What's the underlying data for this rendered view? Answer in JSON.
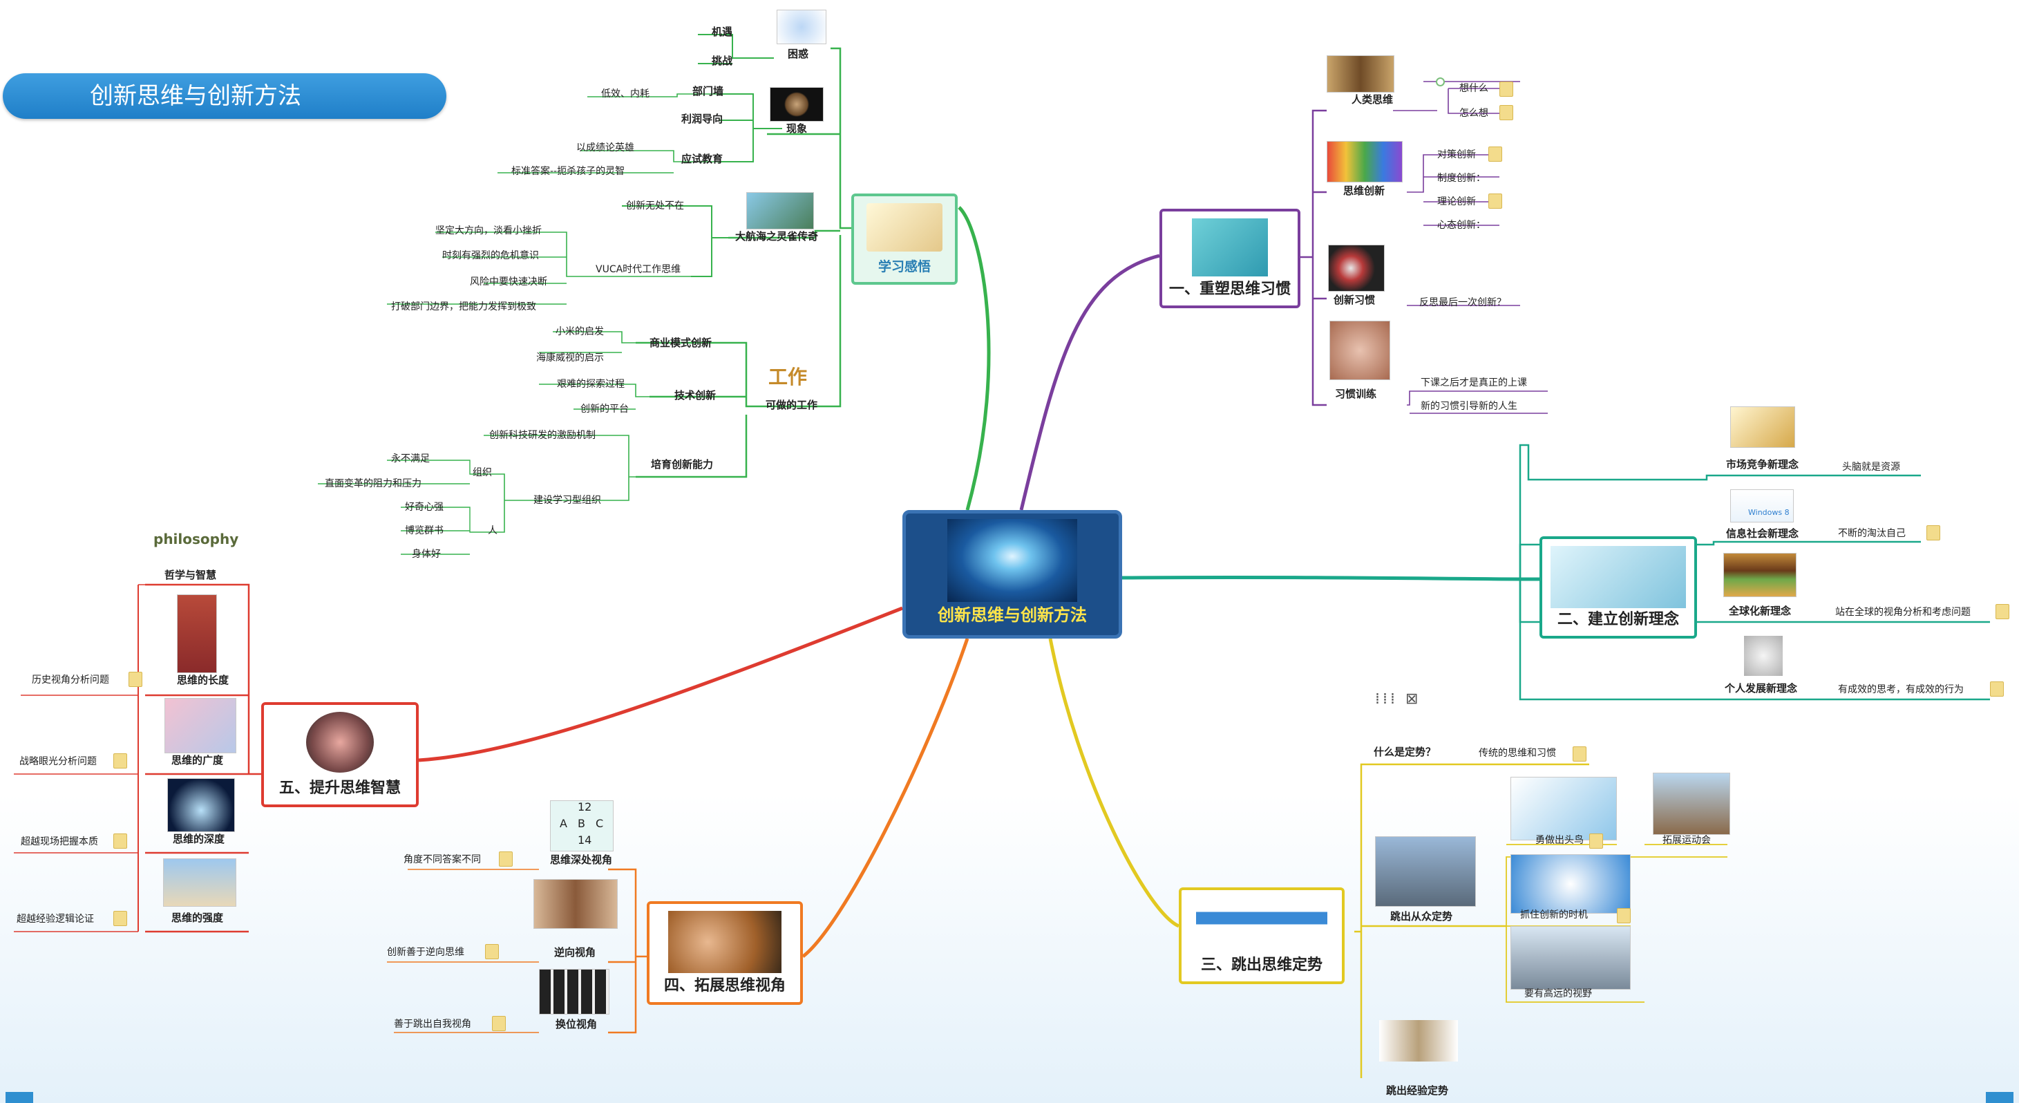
{
  "header": {
    "title": "创新思维与创新方法"
  },
  "center": {
    "label": "创新思维与创新方法"
  },
  "colors": {
    "branch1": "#7a3e9d",
    "branch2": "#1aa88a",
    "branch3": "#e2c921",
    "branch4": "#f07a22",
    "branch5": "#de3b30",
    "learning": "#37b24d",
    "center": "#3a73b4",
    "title_bar": "#2a8fd6"
  },
  "learning": {
    "label": "学习感悟",
    "k1": "困惑",
    "k1a": "机遇",
    "k1b": "挑战",
    "k2": "现象",
    "k2a": "部门墙",
    "k2a1": "低效、内耗",
    "k2b": "利润导向",
    "k2c": "应试教育",
    "k2c1": "以成绩论英雄",
    "k2c2": "标准答案--扼杀孩子的灵智",
    "k3": "大航海之灵雀传奇",
    "k3a": "创新无处不在",
    "k3b": "VUCA时代工作思维",
    "k3b1": "坚定大方向，淡看小挫折",
    "k3b2": "时刻有强烈的危机意识",
    "k3b3": "风险中要快速决断",
    "k3b4": "打破部门边界，把能力发挥到极致",
    "k4": "可做的工作",
    "k4a": "商业模式创新",
    "k4a1": "小米的启发",
    "k4a2": "海康威视的启示",
    "k4b": "技术创新",
    "k4b1": "艰难的探索过程",
    "k4b2": "创新的平台",
    "k4c": "培育创新能力",
    "k4c1": "创新科技研发的激励机制",
    "k4c2": "建设学习型组织",
    "org": "组织",
    "org1": "永不满足",
    "org2": "直面变革的阻力和压力",
    "per": "人",
    "per1": "好奇心强",
    "per2": "博览群书",
    "per3": "身体好"
  },
  "b1": {
    "label": "一、重塑思维习惯",
    "a": "人类思维",
    "a1": "想什么",
    "a2": "怎么想",
    "b": "思维创新",
    "b1": "对策创新",
    "b2": "制度创新：",
    "b3": "理论创新",
    "b4": "心态创新：",
    "c": "创新习惯",
    "c1": "反思最后一次创新？",
    "d": "习惯训练",
    "d1": "下课之后才是真正的上课",
    "d2": "新的习惯引导新的人生"
  },
  "b2": {
    "label": "二、建立创新理念",
    "a": "市场竞争新理念",
    "a1": "头脑就是资源",
    "b": "信息社会新理念",
    "b1": "不断的淘汰自己",
    "win": "Windows 8",
    "c": "全球化新理念",
    "c1": "站在全球的视角分析和考虑问题",
    "d": "个人发展新理念",
    "d1": "有成效的思考，有成效的行为"
  },
  "b3": {
    "label": "三、跳出思维定势",
    "a": "什么是定势？",
    "a1": "传统的思维和习惯",
    "b": "跳出从众定势",
    "b1": "勇做出头鸟",
    "b2": "拓展运动会",
    "b3": "抓住创新的时机",
    "b4": "要有高远的视野",
    "c": "跳出经验定势"
  },
  "b4": {
    "label": "四、拓展思维视角",
    "a": "思维深处视角",
    "a1": "角度不同答案不同",
    "grid": [
      "12",
      "A",
      "B",
      "C",
      "14"
    ],
    "b": "逆向视角",
    "b1": "创新善于逆向思维",
    "c": "换位视角",
    "c1": "善于跳出自我视角"
  },
  "b5": {
    "label": "五、提升思维智慧",
    "top": "哲学与智慧",
    "phil": "philosophy",
    "a": "思维的长度",
    "a1": "历史视角分析问题",
    "b": "思维的广度",
    "b1": "战略眼光分析问题",
    "c": "思维的深度",
    "c1": "超越现场把握本质",
    "d": "思维的强度",
    "d1": "超越经验逻辑论证"
  }
}
